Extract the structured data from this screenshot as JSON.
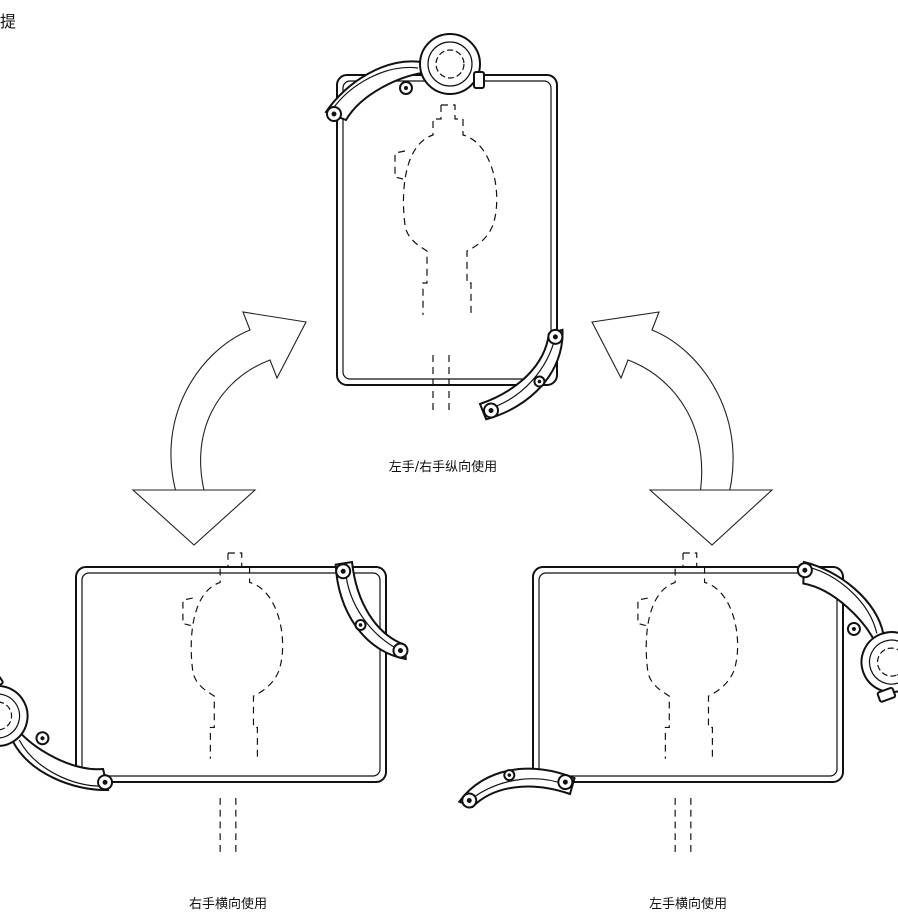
{
  "corner_glyph": "提",
  "captions": {
    "portrait": "左手/右手纵向使用",
    "landscape_right": "右手横向使用",
    "landscape_left": "左手横向使用"
  }
}
